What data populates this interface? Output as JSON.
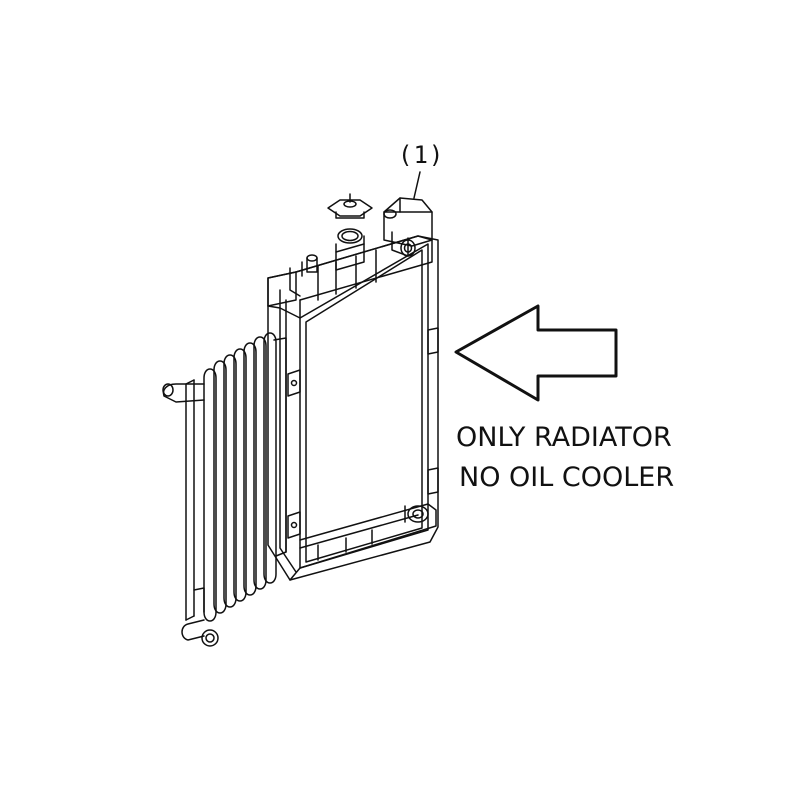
{
  "diagram": {
    "part_callout": "(1)",
    "note_lines": [
      "ONLY RADIATOR",
      "NO OIL COOLER"
    ],
    "line_color": "#111111",
    "background_color": "#ffffff"
  }
}
